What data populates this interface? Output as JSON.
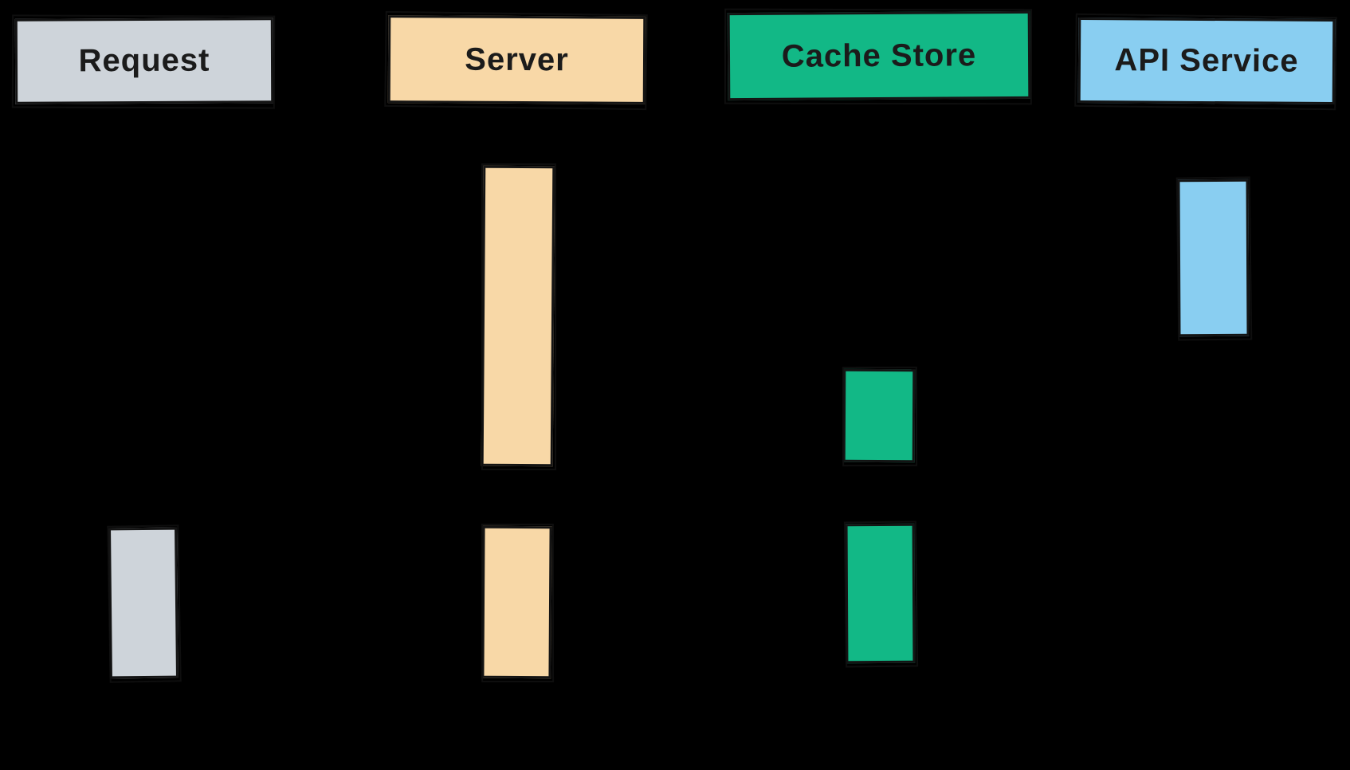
{
  "diagram": {
    "type": "sequence-diagram",
    "style": "hand-drawn",
    "background_color": "#000000",
    "stroke_color": "#141414",
    "text_color": "#1b1b1b",
    "participants": [
      {
        "id": "request",
        "label": "Request",
        "fill": "#ced4da"
      },
      {
        "id": "server",
        "label": "Server",
        "fill": "#f8d8a7"
      },
      {
        "id": "cache-store",
        "label": "Cache Store",
        "fill": "#12b886"
      },
      {
        "id": "api-service",
        "label": "API Service",
        "fill": "#89cef1"
      }
    ],
    "activations": [
      {
        "participant": "Server",
        "order": 1,
        "fill": "#f8d8a7"
      },
      {
        "participant": "API Service",
        "order": 1,
        "fill": "#89cef1"
      },
      {
        "participant": "Cache Store",
        "order": 1,
        "fill": "#12b886"
      },
      {
        "participant": "Request",
        "order": 1,
        "fill": "#ced4da"
      },
      {
        "participant": "Server",
        "order": 2,
        "fill": "#f8d8a7"
      },
      {
        "participant": "Cache Store",
        "order": 2,
        "fill": "#12b886"
      }
    ]
  }
}
